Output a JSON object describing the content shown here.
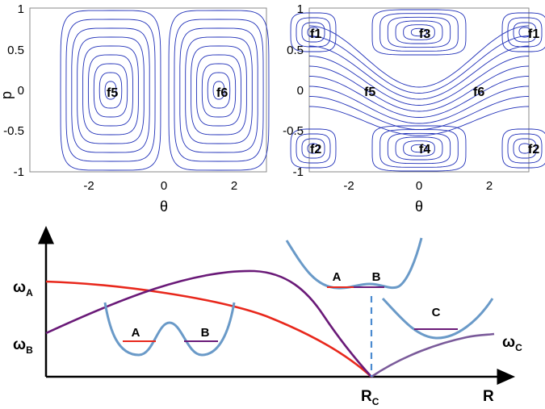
{
  "panels": {
    "left": {
      "xlabel": "θ",
      "ylabel": "p",
      "xticks": [
        "-2",
        "0",
        "2"
      ],
      "yticks": [
        "1",
        "0.5",
        "0",
        "-0.5",
        "-1"
      ],
      "fixed_points": [
        "f5",
        "f6"
      ]
    },
    "right": {
      "xlabel": "θ",
      "xticks": [
        "-2",
        "0",
        "2"
      ],
      "yticks": [
        "1",
        "0.5",
        "0",
        "-0.5",
        "-1"
      ],
      "fixed_points": [
        "f1",
        "f3",
        "f1",
        "f5",
        "f6",
        "f2",
        "f4",
        "f2"
      ]
    }
  },
  "bottom": {
    "y_labels": [
      {
        "main": "ω",
        "sub": "A"
      },
      {
        "main": "ω",
        "sub": "B"
      }
    ],
    "x_labels": [
      {
        "main": "R",
        "sub": "C"
      },
      {
        "main": "R",
        "sub": ""
      }
    ],
    "curve_label": {
      "main": "ω",
      "sub": "C"
    },
    "insets": {
      "double_well": [
        "A",
        "B"
      ],
      "shallow_well": [
        "A",
        "B"
      ],
      "single_well": [
        "C"
      ]
    }
  },
  "colors": {
    "orbit": "#1f2fb8",
    "red_curve": "#e8281c",
    "purple_curve": "#6a1a78",
    "purple_light": "#7a5a9a",
    "well": "#6a9ac8",
    "dashed": "#4a8ad0"
  }
}
